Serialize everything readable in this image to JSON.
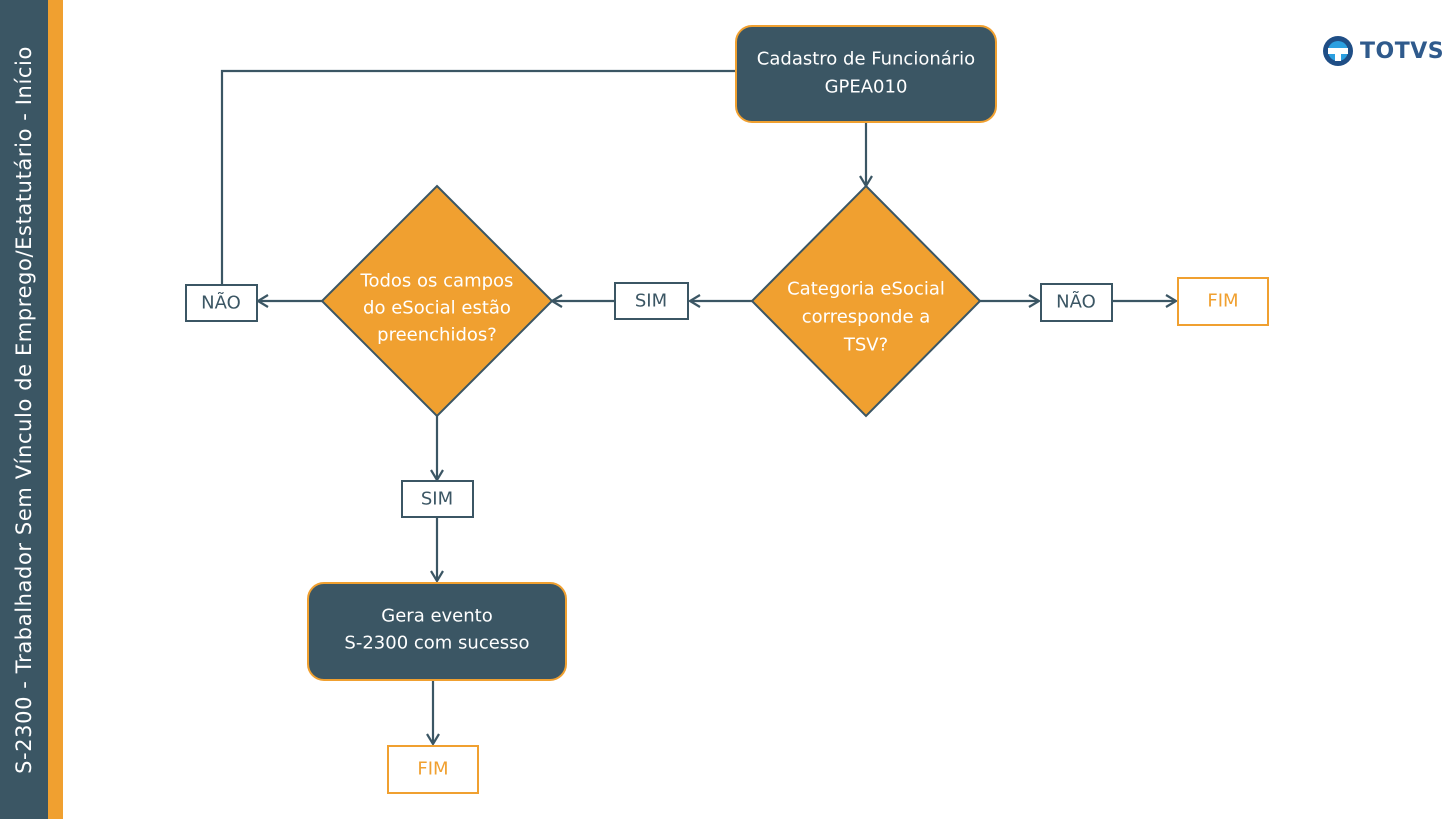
{
  "sidebar": {
    "title": "S-2300 - Trabalhador Sem Vínculo de Emprego/Estatutário - Início"
  },
  "logo": {
    "text": "TOTVS"
  },
  "flow": {
    "start_process": {
      "line1": "Cadastro de Funcionário",
      "line2": "GPEA010"
    },
    "decision_tsv": {
      "line1": "Categoria eSocial",
      "line2": "corresponde a",
      "line3": "TSV?"
    },
    "decision_fields": {
      "line1": "Todos os campos",
      "line2": "do eSocial estão",
      "line3": "preenchidos?"
    },
    "label_sim_left": "SIM",
    "label_nao_right": "NÃO",
    "label_nao_left": "NÃO",
    "label_sim_down": "SIM",
    "end_right": "FIM",
    "end_bottom": "FIM",
    "result_process": {
      "line1": "Gera evento",
      "line2": "S-2300 com sucesso"
    }
  },
  "colors": {
    "dark": "#3b5664",
    "orange": "#f0a030",
    "white": "#ffffff"
  }
}
